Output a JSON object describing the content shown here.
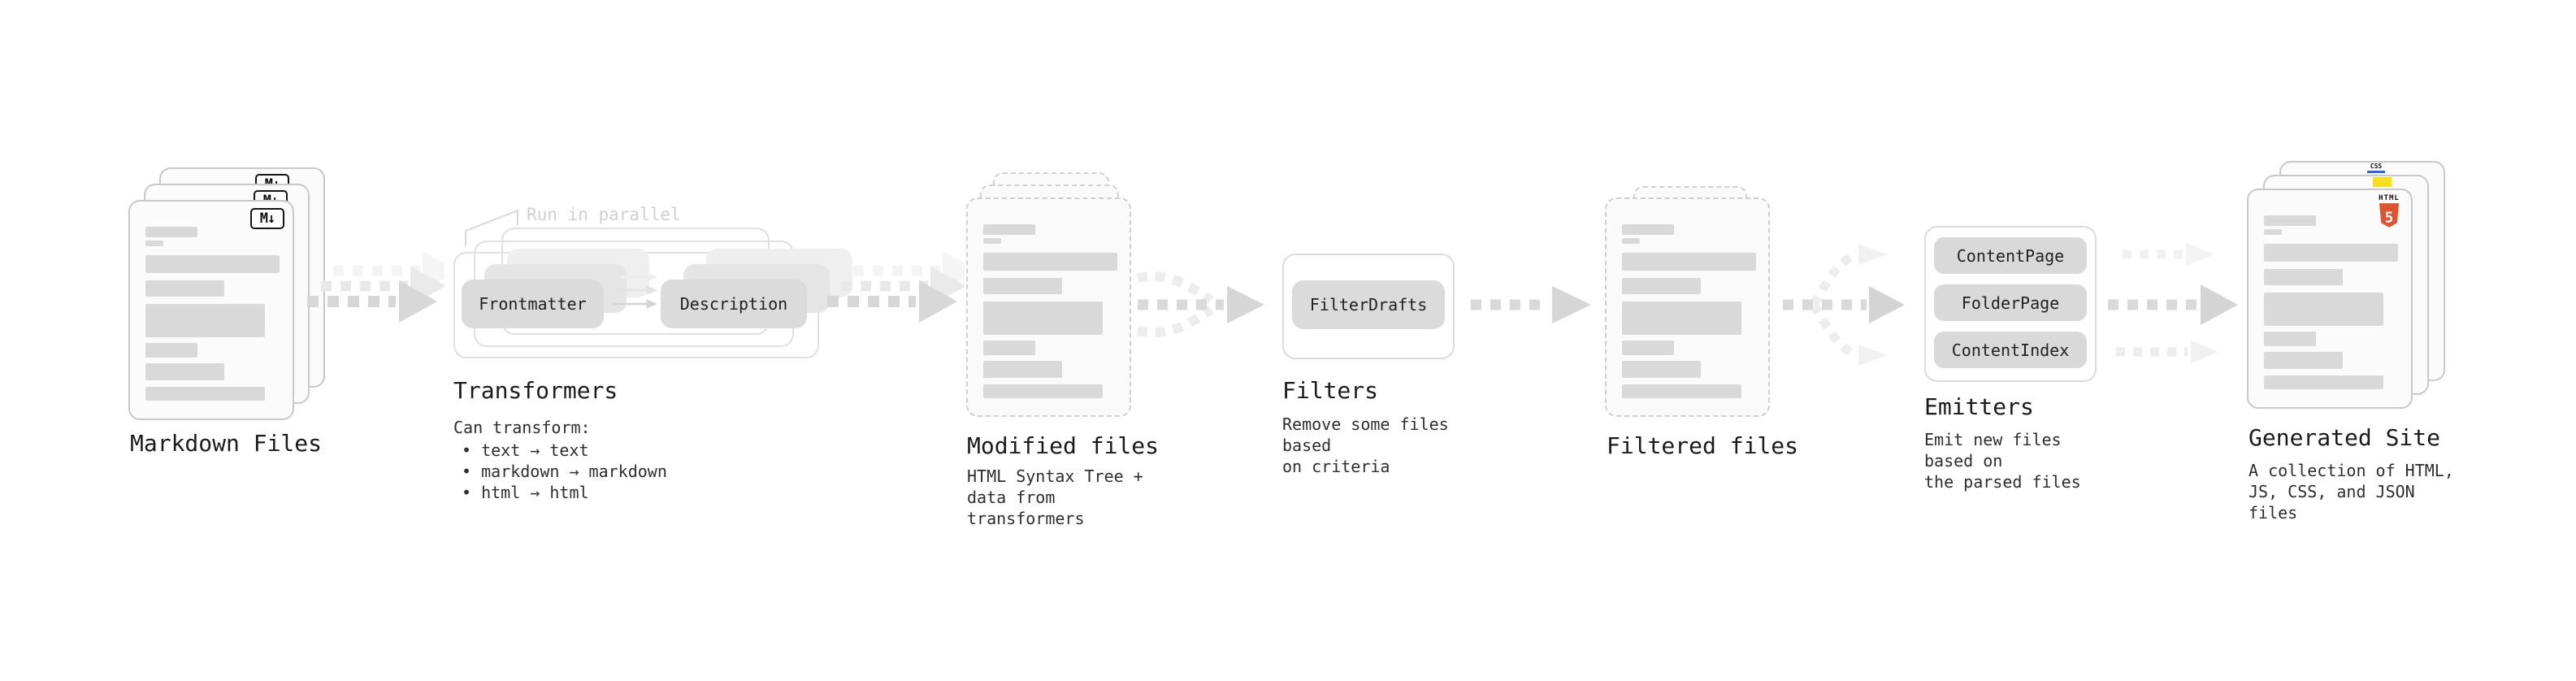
{
  "stages": {
    "markdown": {
      "label": "Markdown Files",
      "badge": "M↓"
    },
    "transformers": {
      "label": "Transformers",
      "note": "Run in parallel",
      "pill_left": "Frontmatter",
      "pill_right": "Description",
      "desc_title": "Can transform:",
      "bullets": [
        "• text → text",
        "• markdown → markdown",
        "• html → html"
      ]
    },
    "modified": {
      "label": "Modified files",
      "desc": "HTML Syntax Tree +\ndata from transformers"
    },
    "filters": {
      "label": "Filters",
      "pill": "FilterDrafts",
      "desc": "Remove some files based\non criteria"
    },
    "filtered": {
      "label": "Filtered files"
    },
    "emitters": {
      "label": "Emitters",
      "pills": [
        "ContentPage",
        "FolderPage",
        "ContentIndex"
      ],
      "desc": "Emit new files based on\nthe parsed files"
    },
    "generated": {
      "label": "Generated Site",
      "desc": "A collection of HTML,\nJS, CSS, and JSON files",
      "badge_css": "CSS",
      "badge_html_word": "HTML",
      "badge_html_number": "5"
    }
  },
  "colors": {
    "html5_orange": "#e0532f",
    "js_yellow": "#f7df1e",
    "css_blue": "#2c63f0",
    "bar_gray": "#d9d9d9",
    "arrow_gray": "#d7d7d7"
  }
}
